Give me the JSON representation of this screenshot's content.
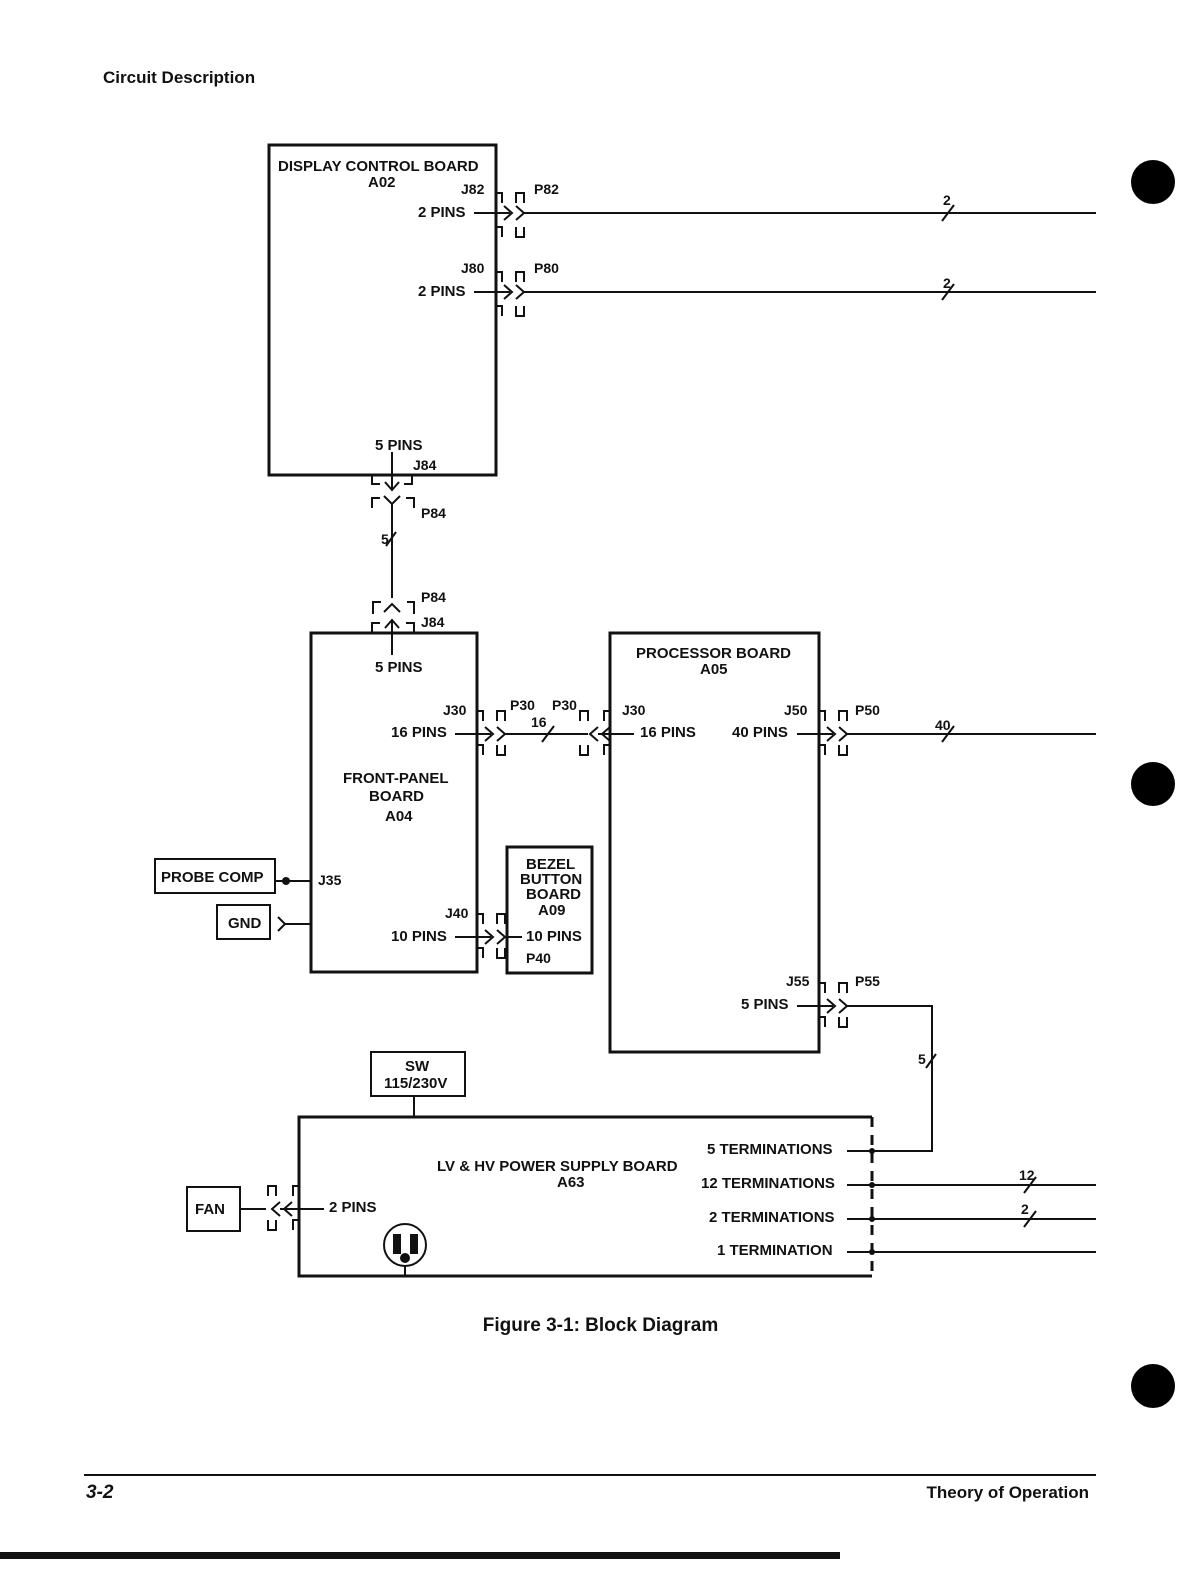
{
  "header": {
    "title": "Circuit Description"
  },
  "footer": {
    "page_number": "3-2",
    "section": "Theory of Operation"
  },
  "figure": {
    "caption": "Figure 3-1:  Block Diagram"
  },
  "boards": {
    "display_control": {
      "name": "DISPLAY CONTROL BOARD",
      "id": "A02"
    },
    "front_panel": {
      "name_line1": "FRONT-PANEL",
      "name_line2": "BOARD",
      "id": "A04"
    },
    "processor": {
      "name": "PROCESSOR BOARD",
      "id": "A05"
    },
    "bezel": {
      "line1": "BEZEL",
      "line2": "BUTTON",
      "line3": "BOARD",
      "id": "A09"
    },
    "power_supply": {
      "name": "LV & HV POWER SUPPLY BOARD",
      "id": "A63"
    }
  },
  "external_boxes": {
    "probe_comp": "PROBE COMP",
    "gnd": "GND",
    "fan": "FAN",
    "sw_line1": "SW",
    "sw_line2": "115/230V"
  },
  "connectors": {
    "j82": "J82",
    "p82": "P82",
    "j80": "J80",
    "p80": "P80",
    "j84": "J84",
    "p84": "P84",
    "j30": "J30",
    "p30": "P30",
    "j50": "J50",
    "p50": "P50",
    "j35": "J35",
    "j40": "J40",
    "p40": "P40",
    "j55": "J55",
    "p55": "P55"
  },
  "pin_labels": {
    "two_pins": "2 PINS",
    "five_pins": "5 PINS",
    "sixteen_pins": "16 PINS",
    "forty_pins": "40 PINS",
    "ten_pins": "10 PINS"
  },
  "bus_widths": {
    "w2": "2",
    "w5": "5",
    "w16": "16",
    "w40": "40",
    "w12": "12"
  },
  "terminations": {
    "five": "5 TERMINATIONS",
    "twelve": "12 TERMINATIONS",
    "two": "2 TERMINATIONS",
    "one": "1 TERMINATION"
  },
  "colors": {
    "ink": "#111111",
    "paper": "#ffffff"
  }
}
